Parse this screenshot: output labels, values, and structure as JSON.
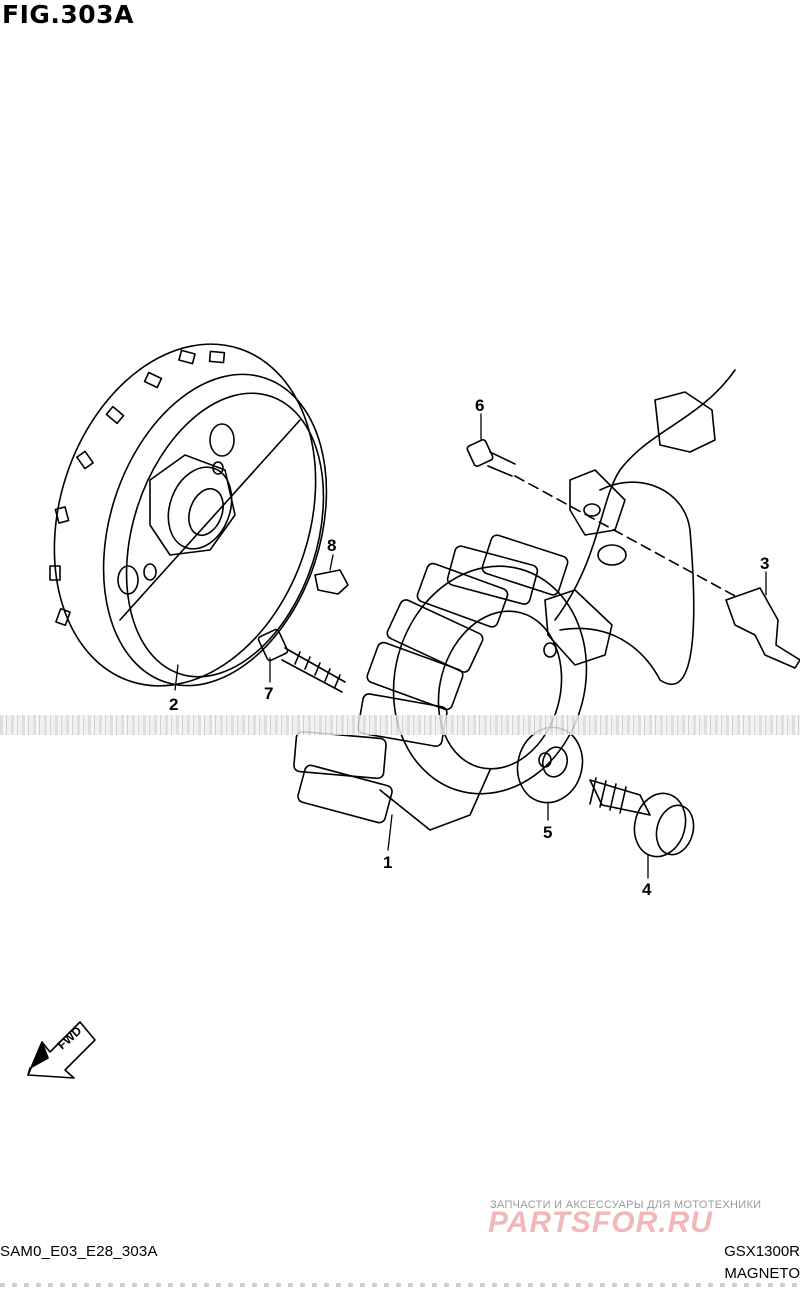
{
  "header": {
    "title": "FIG.303A"
  },
  "callouts": [
    {
      "id": "c1",
      "label": "1"
    },
    {
      "id": "c2",
      "label": "2"
    },
    {
      "id": "c3",
      "label": "3"
    },
    {
      "id": "c4",
      "label": "4"
    },
    {
      "id": "c5",
      "label": "5"
    },
    {
      "id": "c6",
      "label": "6"
    },
    {
      "id": "c7",
      "label": "7"
    },
    {
      "id": "c8",
      "label": "8"
    }
  ],
  "direction_arrow": {
    "label": "FWD"
  },
  "footer": {
    "code": "SAM0_E03_E28_303A",
    "model": "GSX1300R",
    "section": "MAGNETO"
  },
  "watermark": {
    "tagline": "ЗАПЧАСТИ И АКСЕССУАРЫ ДЛЯ МОТОТЕХНИКИ",
    "logo": "PARTSFOR.RU",
    "color": "#f2b8b8"
  }
}
